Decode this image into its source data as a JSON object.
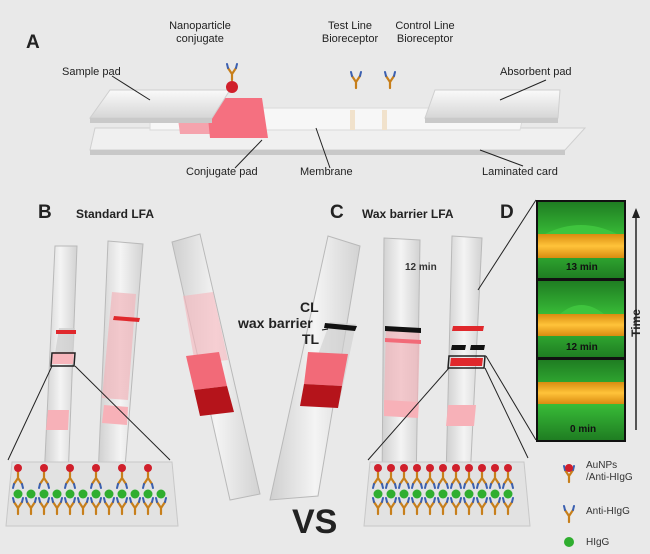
{
  "panel_a": {
    "letter": "A",
    "labels": {
      "nanoparticle_conjugate": "Nanoparticle\nconjugate",
      "test_line_bioreceptor": "Test Line\nBioreceptor",
      "control_line_bioreceptor": "Control Line\nBioreceptor",
      "sample_pad": "Sample pad",
      "absorbent_pad": "Absorbent pad",
      "conjugate_pad": "Conjugate pad",
      "membrane": "Membrane",
      "laminated_card": "Laminated card"
    }
  },
  "panel_b": {
    "letter": "B",
    "title": "Standard LFA"
  },
  "panel_c": {
    "letter": "C",
    "title": "Wax barrier LFA",
    "time_label": "12 min",
    "cl": "CL",
    "wax_barrier": "wax barrier",
    "tl": "TL"
  },
  "panel_d": {
    "letter": "D",
    "frames": [
      "13 min",
      "12 min",
      "0 min"
    ],
    "axis_label": "Time"
  },
  "vs": "VS",
  "legend": {
    "aunps": "AuNPs\n/Anti-HIgG",
    "anti_higg": "Anti-HIgG",
    "higg": "HIgG"
  },
  "colors": {
    "test_line": "#e0282c",
    "wax": "#111111",
    "conjugate_pad": "#f26a78",
    "gold": "#f0a020",
    "green": "#2fae2f"
  }
}
